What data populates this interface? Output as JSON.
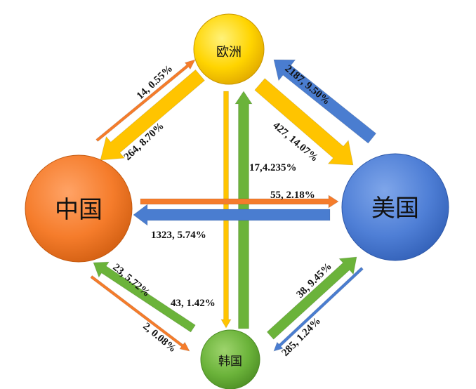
{
  "nodes": {
    "europe": {
      "label": "欧洲",
      "color": "#FFD000"
    },
    "china": {
      "label": "中国",
      "color": "#F57C2B"
    },
    "usa": {
      "label": "美国",
      "color": "#4F7FD6"
    },
    "korea": {
      "label": "韩国",
      "color": "#6BB33A"
    }
  },
  "flows": {
    "china_to_europe": "14, 0.55%",
    "europe_to_china": "264, 8.70%",
    "usa_to_europe": "2187, 9.50%",
    "europe_to_usa": "427, 14.07%",
    "korea_to_europe": "17,4.235%",
    "europe_to_korea": "43, 1.42%",
    "china_to_usa": "55, 2.18%",
    "usa_to_china": "1323, 5.74%",
    "korea_to_china": "23, 5.72%",
    "china_to_korea": "2, 0.08%",
    "korea_to_usa": "38, 9.45%",
    "usa_to_korea": "285, 1.24%"
  },
  "colors": {
    "orange": "#F57C2B",
    "yellow": "#FFC400",
    "blue": "#4A7DD0",
    "green": "#6BB33A"
  }
}
